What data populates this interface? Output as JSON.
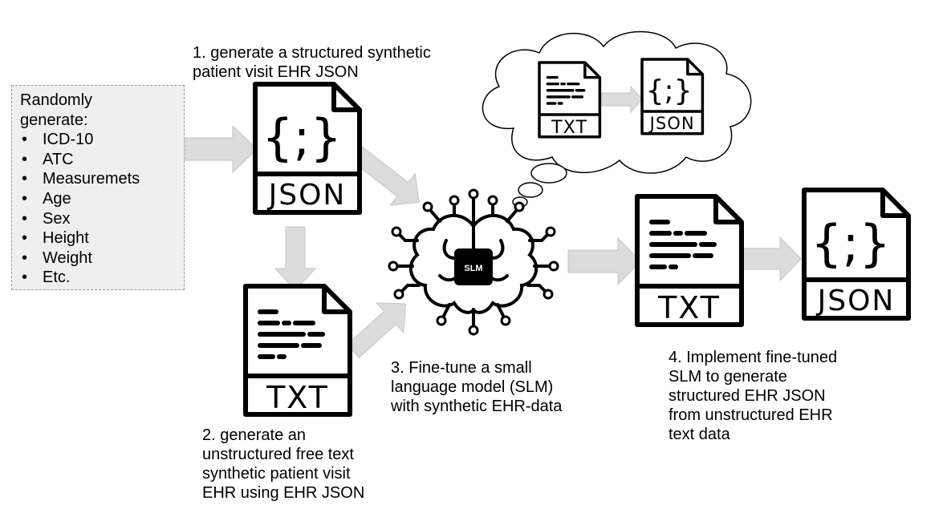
{
  "input_box": {
    "heading": [
      "Randomly",
      "generate:"
    ],
    "items": [
      "ICD-10",
      "ATC",
      "Measuremets",
      "Age",
      "Sex",
      "Height",
      "Weight",
      "Etc."
    ]
  },
  "steps": {
    "step1": [
      "1. generate a structured synthetic",
      "patient visit EHR JSON"
    ],
    "step2": [
      "2. generate an",
      "unstructured free text",
      "synthetic patient visit",
      "EHR using EHR JSON"
    ],
    "step3": [
      "3. Fine-tune a small",
      "language model (SLM)",
      "with synthetic EHR-data"
    ],
    "step4": [
      "4. Implement fine-tuned",
      "SLM to generate",
      "structured EHR JSON",
      "from unstructured EHR",
      "text data"
    ]
  },
  "files": {
    "json_label": "JSON",
    "txt_label": "TXT",
    "json_glyph": "{;}"
  },
  "model": {
    "chip_label": "SLM"
  },
  "colors": {
    "arrow_fill": "#dcdcdc",
    "arrow_stroke": "#c4c4c4",
    "ink": "#000000",
    "box_fill": "#efefef"
  }
}
